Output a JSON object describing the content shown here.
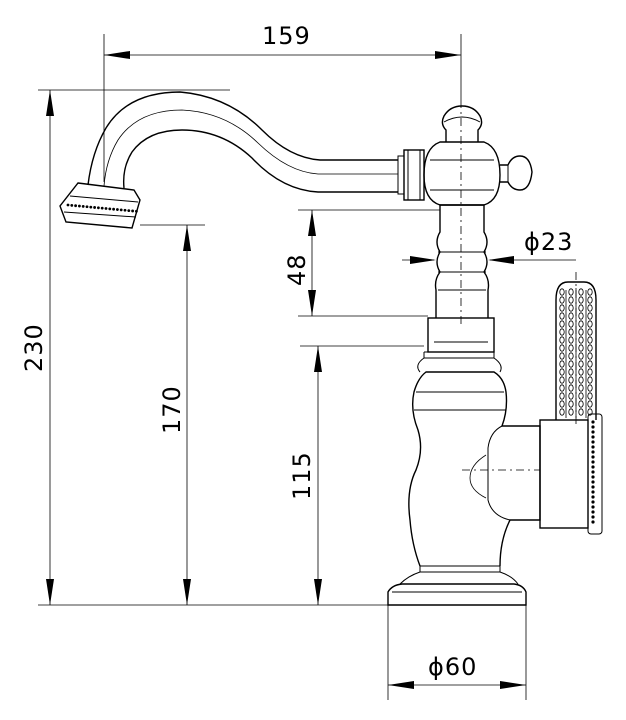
{
  "drawing": {
    "dimensions": {
      "spout_reach": "159",
      "total_height": "230",
      "spout_height": "170",
      "handle_height": "115",
      "body_section": "48",
      "stem_diameter": "ϕ23",
      "base_diameter": "ϕ60"
    },
    "colors": {
      "line": "#000000",
      "background": "#ffffff"
    }
  }
}
